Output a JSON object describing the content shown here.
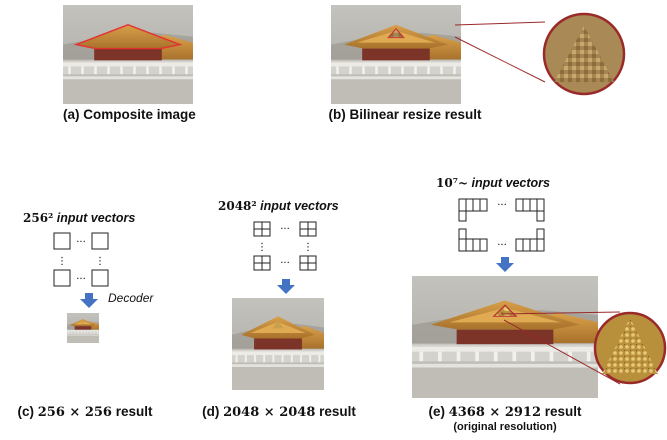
{
  "figure": {
    "panels": [
      {
        "id": "a",
        "caption": "(a) Composite image"
      },
      {
        "id": "b",
        "caption": "(b) Bilinear resize result"
      },
      {
        "id": "c",
        "caption_prefix": "(c) ",
        "caption_math": "256 × 256",
        "caption_suffix": " result",
        "vectors_math": "256²",
        "vectors_text": " input vectors",
        "decoder_label": "Decoder"
      },
      {
        "id": "d",
        "caption_prefix": "(d) ",
        "caption_math": "2048 × 2048",
        "caption_suffix": " result",
        "vectors_math": "2048²",
        "vectors_text": " input vectors"
      },
      {
        "id": "e",
        "caption_prefix": "(e) ",
        "caption_math": "4368 × 2912",
        "caption_suffix": " result",
        "caption_sub": "(original resolution)",
        "vectors_math": "10⁷~",
        "vectors_text": " input vectors"
      }
    ],
    "ellipsis": "···",
    "vdots": "⋮",
    "colors": {
      "arrow": "#4472C4",
      "zoom_border": "#9a2a2a",
      "sky": "#b7b5b0",
      "roof": "#c9892f",
      "wall": "#8a3a2e",
      "stone": "#d8d6d0"
    }
  }
}
